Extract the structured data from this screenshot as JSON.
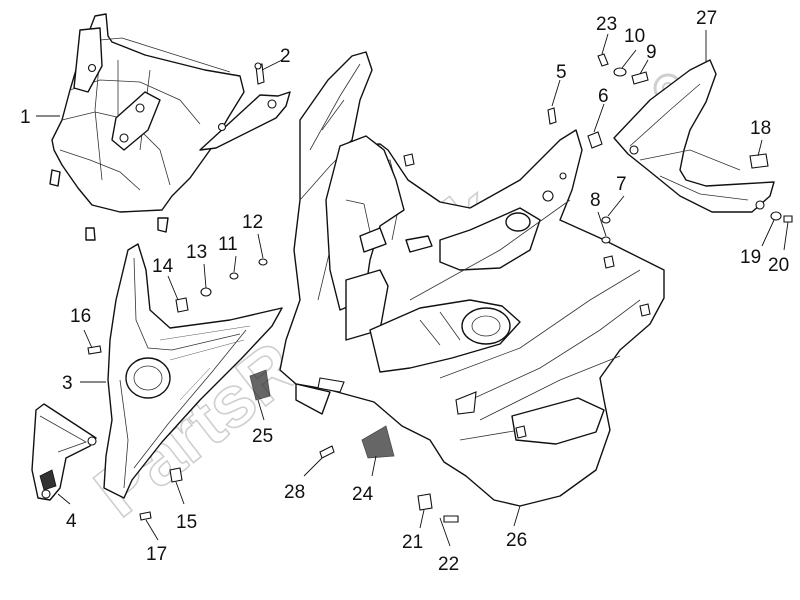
{
  "watermark": "PartsRepublik",
  "callouts": [
    {
      "id": "1",
      "label": "1"
    },
    {
      "id": "2",
      "label": "2"
    },
    {
      "id": "3",
      "label": "3"
    },
    {
      "id": "4",
      "label": "4"
    },
    {
      "id": "5",
      "label": "5"
    },
    {
      "id": "6",
      "label": "6"
    },
    {
      "id": "7",
      "label": "7"
    },
    {
      "id": "8",
      "label": "8"
    },
    {
      "id": "9",
      "label": "9"
    },
    {
      "id": "10",
      "label": "10"
    },
    {
      "id": "11",
      "label": "11"
    },
    {
      "id": "12",
      "label": "12"
    },
    {
      "id": "13",
      "label": "13"
    },
    {
      "id": "14",
      "label": "14"
    },
    {
      "id": "15",
      "label": "15"
    },
    {
      "id": "16",
      "label": "16"
    },
    {
      "id": "17",
      "label": "17"
    },
    {
      "id": "18",
      "label": "18"
    },
    {
      "id": "19",
      "label": "19"
    },
    {
      "id": "20",
      "label": "20"
    },
    {
      "id": "21",
      "label": "21"
    },
    {
      "id": "22",
      "label": "22"
    },
    {
      "id": "23",
      "label": "23"
    },
    {
      "id": "24",
      "label": "24"
    },
    {
      "id": "25",
      "label": "25"
    },
    {
      "id": "26",
      "label": "26"
    },
    {
      "id": "27",
      "label": "27"
    },
    {
      "id": "28",
      "label": "28"
    }
  ]
}
